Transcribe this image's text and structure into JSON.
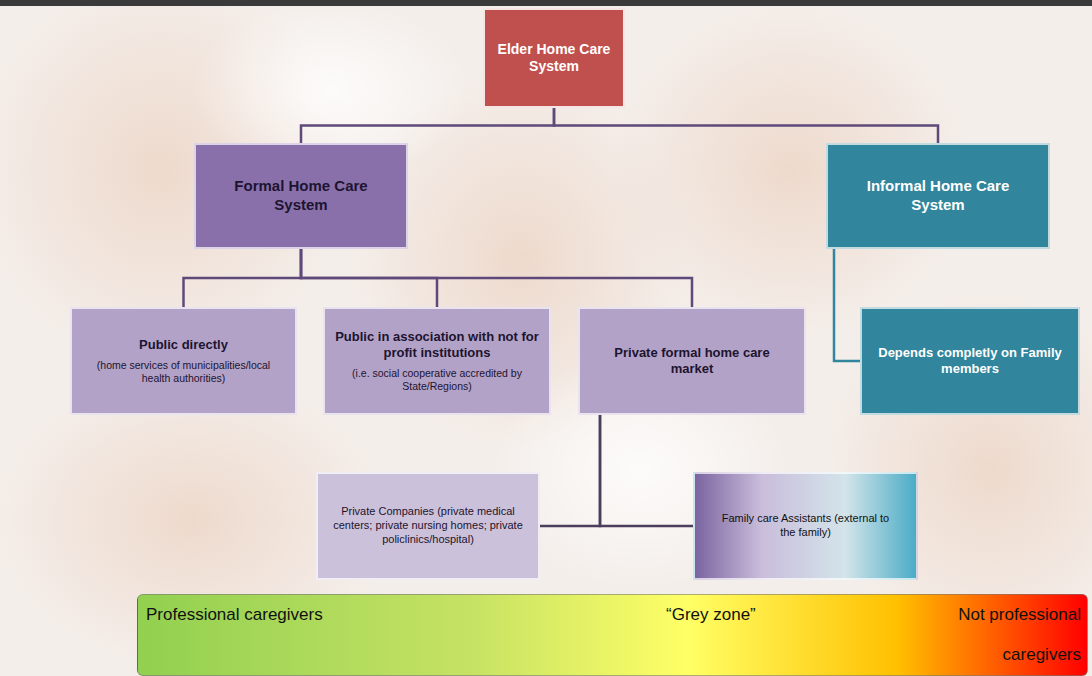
{
  "diagram": {
    "nodes": [
      {
        "text": [
          "Elder Home Care System"
        ]
      },
      {
        "text": [
          "Formal Home Care System"
        ]
      },
      {
        "text": [
          "Informal Home Care System"
        ]
      },
      {
        "text": [
          "Public directly",
          "(home services of municipalities/local health authorities)"
        ]
      },
      {
        "text": [
          "Public in association with not for profit institutions",
          "(i.e. social cooperative accredited by State/Regions)"
        ]
      },
      {
        "text": [
          "Private formal home care market"
        ]
      },
      {
        "text": [
          "Depends completly on Family members"
        ]
      },
      {
        "text": [
          "Private Companies (private medical centers; private nursing homes; private policlinics/hospital)"
        ]
      },
      {
        "text": [
          "Family care Assistants (external to the family)"
        ]
      },
      {
        "text": [
          "Professional caregivers",
          "“Grey zone”",
          "Not professional caregivers"
        ]
      }
    ],
    "edges": [
      {
        "from": 0,
        "to": 1,
        "arrow": "none"
      },
      {
        "from": 0,
        "to": 2,
        "arrow": "none"
      },
      {
        "from": 1,
        "to": 3,
        "arrow": "none"
      },
      {
        "from": 1,
        "to": 4,
        "arrow": "none"
      },
      {
        "from": 1,
        "to": 5,
        "arrow": "none"
      },
      {
        "from": 2,
        "to": 6,
        "arrow": "none"
      },
      {
        "from": 5,
        "to": 7,
        "arrow": "none"
      },
      {
        "from": 5,
        "to": 8,
        "arrow": "none"
      }
    ]
  }
}
